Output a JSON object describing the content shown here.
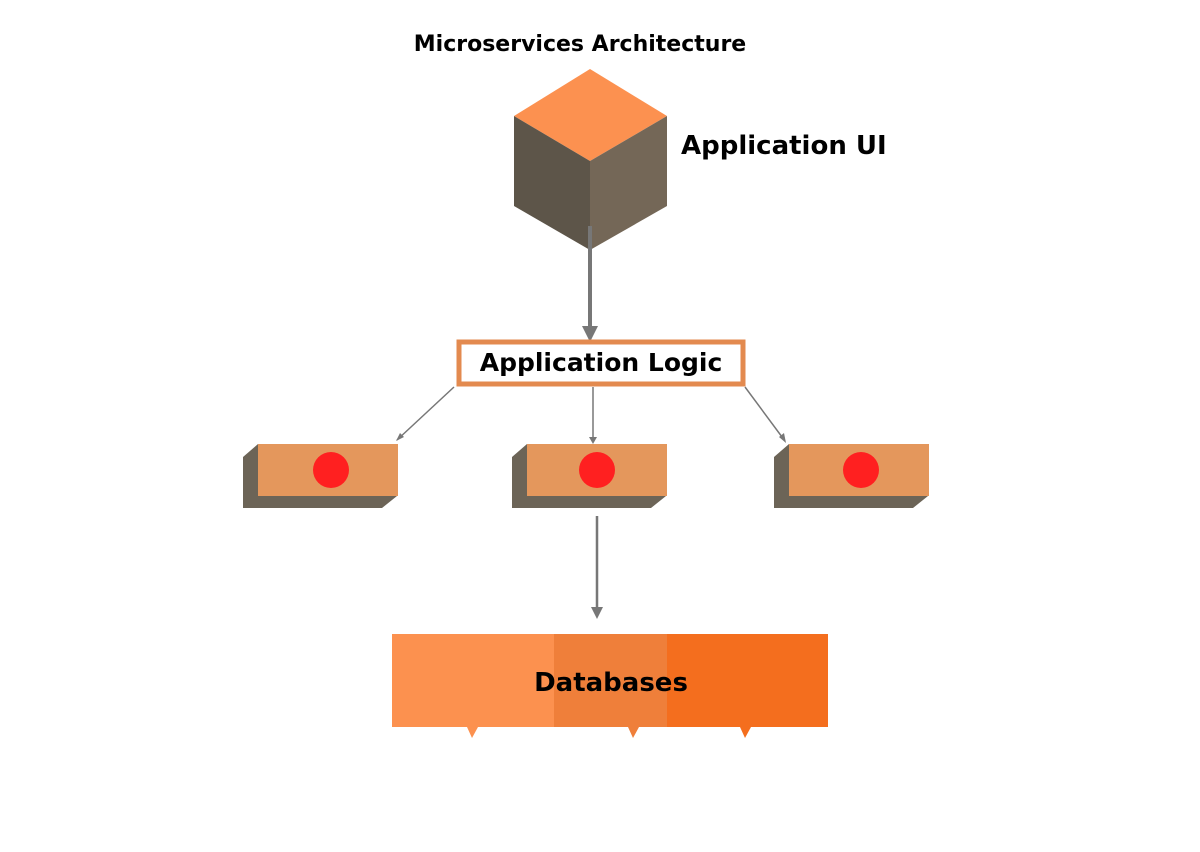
{
  "diagram": {
    "title": "Microservices Architecture",
    "ui_label": "Application UI",
    "logic_label": "Application Logic",
    "db_label": "Databases",
    "service_count": 3
  },
  "colors": {
    "cube_top": "#fc9150",
    "cube_left": "#5d5549",
    "cube_right": "#746757",
    "box_border": "#e38a4f",
    "service_front": "#e4975c",
    "service_side": "#6c6457",
    "service_dot": "#ff2020",
    "arrow": "#777777",
    "db_segment_1": "#fc914f",
    "db_segment_2": "#ef7f3a",
    "db_segment_3": "#f46e1e"
  }
}
